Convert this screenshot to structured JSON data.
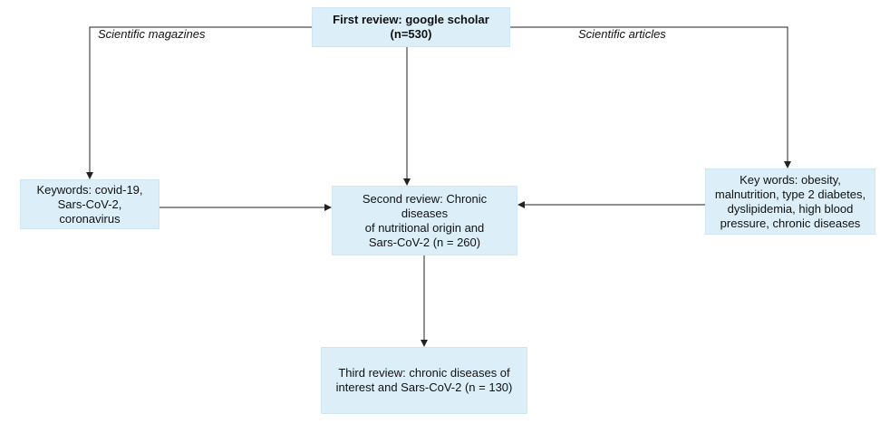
{
  "nodes": {
    "first_review": {
      "line1": "First review: google scholar",
      "line2": "(n=530)"
    },
    "keywords_left": {
      "line1": "Keywords: covid-19,",
      "line2": "Sars-CoV-2, coronavirus"
    },
    "second_review": {
      "line1": "Second review: Chronic diseases",
      "line2": "of nutritional origin and",
      "line3": "Sars-CoV-2 (n = 260)"
    },
    "keywords_right": {
      "line1": "Key words: obesity,",
      "line2": "malnutrition, type 2 diabetes,",
      "line3": "dyslipidemia, high blood",
      "line4": "pressure, chronic diseases"
    },
    "third_review": {
      "line1": "Third review: chronic diseases of",
      "line2": "interest and Sars-CoV-2 (n = 130)"
    }
  },
  "edge_labels": {
    "magazines": "Scientific magazines",
    "articles": "Scientific articles"
  },
  "colors": {
    "box_fill": "#dceef8",
    "connector": "#222222"
  }
}
